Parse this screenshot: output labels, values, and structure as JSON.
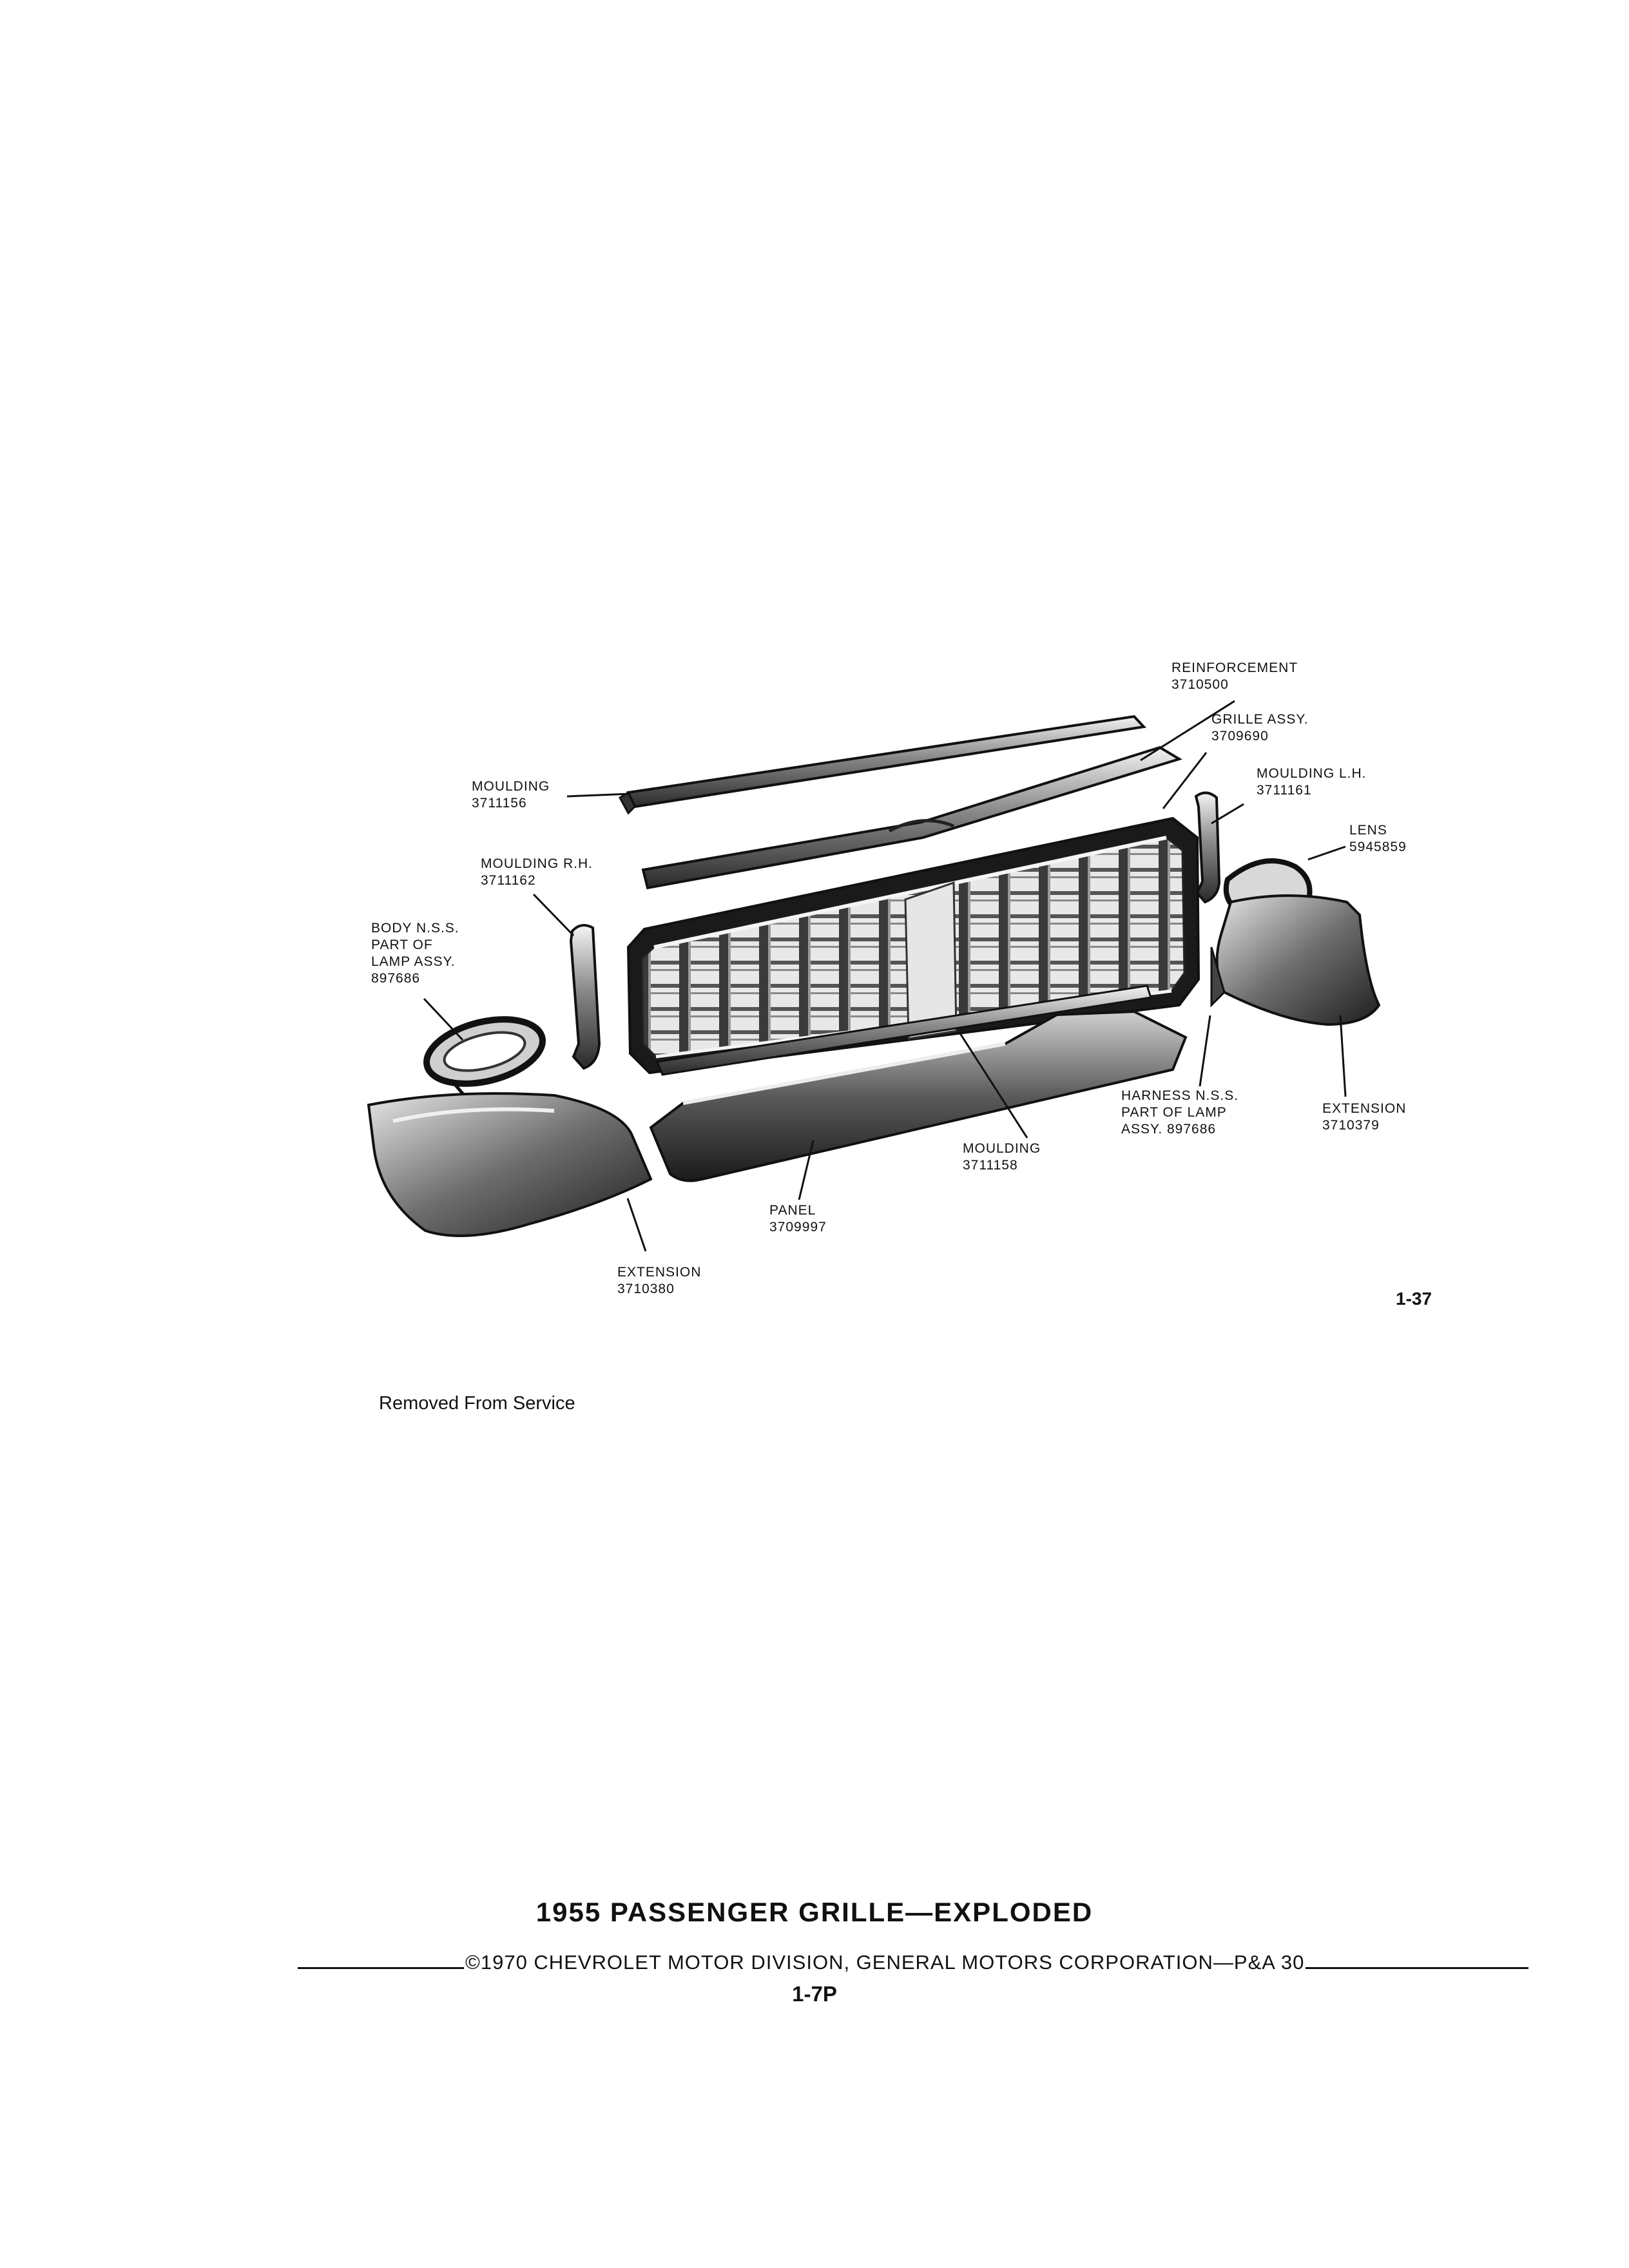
{
  "callouts": {
    "reinforcement": {
      "name": "REINFORCEMENT",
      "part": "3710500"
    },
    "grille_assy": {
      "name": "GRILLE ASSY.",
      "part": "3709690"
    },
    "moulding_lh": {
      "name": "MOULDING L.H.",
      "part": "3711161"
    },
    "lens": {
      "name": "LENS",
      "part": "5945859"
    },
    "moulding_top": {
      "name": "MOULDING",
      "part": "3711156"
    },
    "moulding_rh": {
      "name": "MOULDING R.H.",
      "part": "3711162"
    },
    "body": {
      "line1": "BODY N.S.S.",
      "line2": "PART OF",
      "line3": "LAMP ASSY.",
      "part": "897686"
    },
    "harness": {
      "line1": "HARNESS N.S.S.",
      "line2": "PART OF LAMP",
      "line3": "ASSY. 897686"
    },
    "extension_right": {
      "name": "EXTENSION",
      "part": "3710379"
    },
    "moulding_lower": {
      "name": "MOULDING",
      "part": "3711158"
    },
    "panel": {
      "name": "PANEL",
      "part": "3709997"
    },
    "extension_left": {
      "name": "EXTENSION",
      "part": "3710380"
    }
  },
  "figure_number": "1-37",
  "notice": "Removed From Service",
  "title": "1955 PASSENGER GRILLE—EXPLODED",
  "footer": "©1970 CHEVROLET MOTOR DIVISION, GENERAL MOTORS CORPORATION—P&A 30",
  "page_number": "1-7P"
}
